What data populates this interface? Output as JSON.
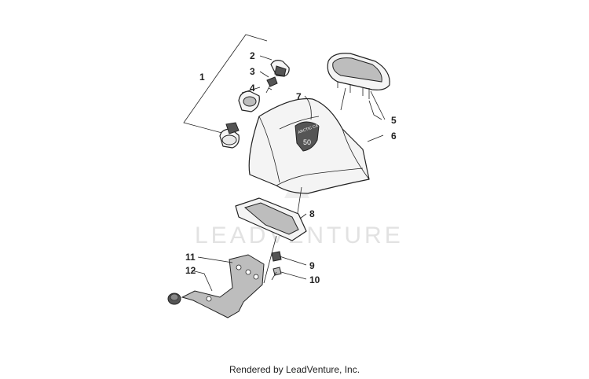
{
  "watermark": "LEADVENTURE",
  "callouts": {
    "c1": "1",
    "c2": "2",
    "c3": "3",
    "c4": "4",
    "c5": "5",
    "c6": "6",
    "c7": "7",
    "c8": "8",
    "c9": "9",
    "c10": "10",
    "c11": "11",
    "c12": "12"
  },
  "badge_text": "ARCTIC CAT",
  "badge_number": "50",
  "footer": "Rendered by LeadVenture, Inc."
}
